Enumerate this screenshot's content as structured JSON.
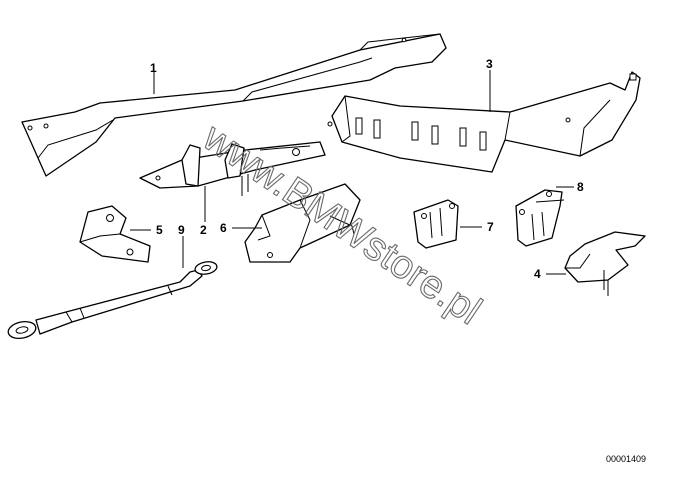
{
  "diagram": {
    "parts": [
      {
        "number": "1"
      },
      {
        "number": "2"
      },
      {
        "number": "3"
      },
      {
        "number": "4"
      },
      {
        "number": "5"
      },
      {
        "number": "6"
      },
      {
        "number": "7"
      },
      {
        "number": "8"
      },
      {
        "number": "9"
      }
    ],
    "watermark": "www.BMWstore.pl",
    "reference": "00001409"
  }
}
